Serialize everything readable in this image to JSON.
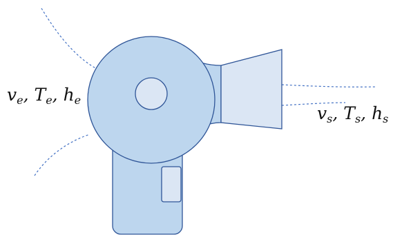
{
  "colors": {
    "body_fill": "#bdd6ee",
    "nozzle_fill": "#dbe6f4",
    "outline": "#2f5597",
    "flow_line": "#4472c4"
  },
  "inlet": {
    "v": "v",
    "v_sub": "e",
    "T": "T",
    "T_sub": "e",
    "h": "h",
    "h_sub": "e"
  },
  "outlet": {
    "v": "v",
    "v_sub": "s",
    "T": "T",
    "T_sub": "s",
    "h": "h",
    "h_sub": "s"
  }
}
